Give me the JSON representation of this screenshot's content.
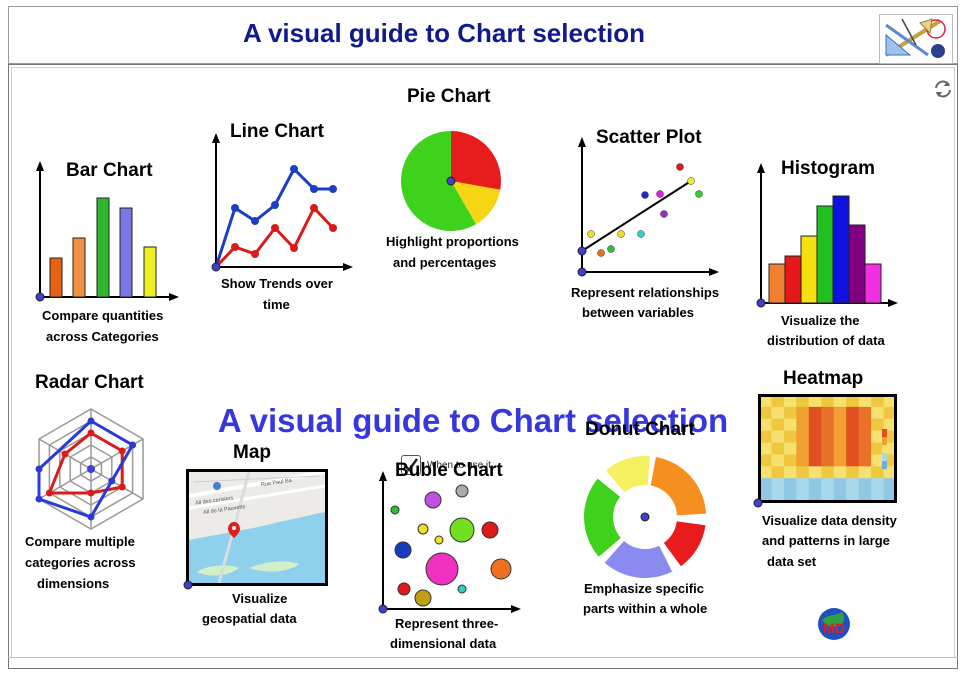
{
  "header": {
    "title": "A visual guide to Chart selection"
  },
  "main_title": "A visual guide to Chart selection",
  "checkbox": {
    "label": "When to use it",
    "checked": true
  },
  "charts": {
    "bar": {
      "title": "Bar Chart",
      "desc_line1": "Compare quantities",
      "desc_line2": "across Categories"
    },
    "line": {
      "title": "Line Chart",
      "desc_line1": "Show Trends over",
      "desc_line2": "time"
    },
    "pie": {
      "title": "Pie Chart",
      "desc_line1": "Highlight proportions",
      "desc_line2": "and percentages"
    },
    "scatter": {
      "title": "Scatter Plot",
      "desc_line1": "Represent relationships",
      "desc_line2": "between variables"
    },
    "histogram": {
      "title": "Histogram",
      "desc_line1": "Visualize the",
      "desc_line2": "distribution of data"
    },
    "radar": {
      "title": "Radar Chart",
      "desc_line1": "Compare multiple",
      "desc_line2": "categories across",
      "desc_line3": "dimensions"
    },
    "map": {
      "title": "Map",
      "desc_line1": "Visualize",
      "desc_line2": "geospatial data",
      "map_text": {
        "street1": "All des cerisiers",
        "street2": "All de la Pauvette",
        "street3": "Rue Paul Ba"
      }
    },
    "bubble": {
      "title": "Buble Chart",
      "desc_line1": "Represent three-",
      "desc_line2": "dimensional data"
    },
    "donut": {
      "title": "Donut Chart",
      "desc_line1": "Emphasize specific",
      "desc_line2": "parts within a whole"
    },
    "heatmap": {
      "title": "Heatmap",
      "desc_line1": "Visualize data density",
      "desc_line2": "and patterns in large",
      "desc_line3": "data set"
    }
  },
  "colors": {
    "header_title": "#101a8c",
    "main_title": "#3737e0",
    "point": "#3f3fd0"
  },
  "icons": {
    "refresh": "refresh-icon",
    "logo": "geometry-tools-logo-icon",
    "author_badge": "author-logo-icon",
    "map_pin": "map-pin-icon",
    "bicycle": "bicycle-icon"
  }
}
